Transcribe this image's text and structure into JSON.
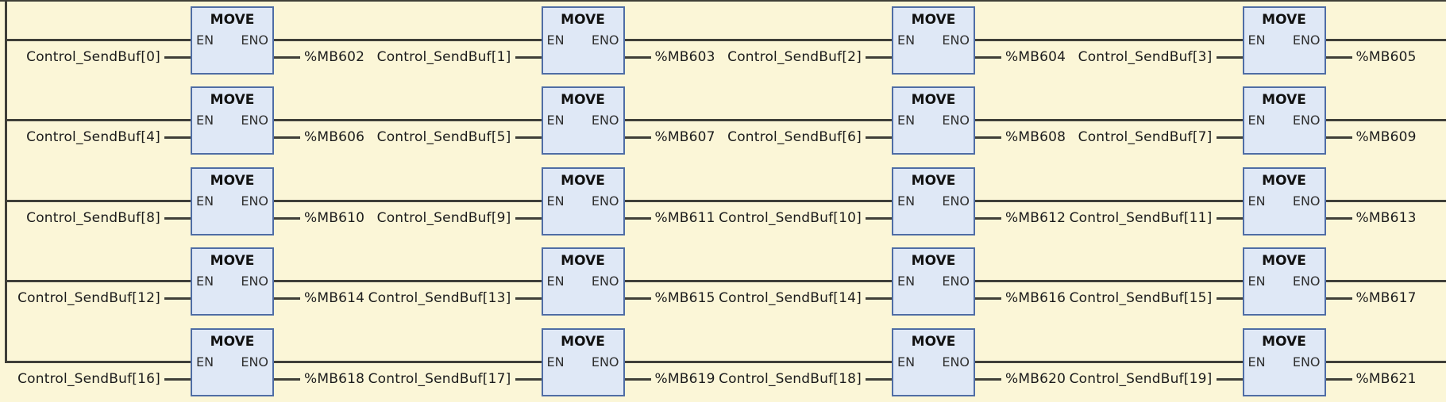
{
  "colors": {
    "background": "#FBF6D7",
    "block_fill": "#DFE8F6",
    "block_border": "#4F6DA5",
    "wire": "#3F3F38",
    "text": "#1C1C1C"
  },
  "block": {
    "title": "MOVE",
    "en_label": "EN",
    "eno_label": "ENO"
  },
  "network": {
    "rungs": [
      {
        "cells": [
          {
            "input": "Control_SendBuf[0]",
            "output": "%MB602"
          },
          {
            "input": "Control_SendBuf[1]",
            "output": "%MB603"
          },
          {
            "input": "Control_SendBuf[2]",
            "output": "%MB604"
          },
          {
            "input": "Control_SendBuf[3]",
            "output": "%MB605"
          }
        ]
      },
      {
        "cells": [
          {
            "input": "Control_SendBuf[4]",
            "output": "%MB606"
          },
          {
            "input": "Control_SendBuf[5]",
            "output": "%MB607"
          },
          {
            "input": "Control_SendBuf[6]",
            "output": "%MB608"
          },
          {
            "input": "Control_SendBuf[7]",
            "output": "%MB609"
          }
        ]
      },
      {
        "cells": [
          {
            "input": "Control_SendBuf[8]",
            "output": "%MB610"
          },
          {
            "input": "Control_SendBuf[9]",
            "output": "%MB611"
          },
          {
            "input": "Control_SendBuf[10]",
            "output": "%MB612"
          },
          {
            "input": "Control_SendBuf[11]",
            "output": "%MB613"
          }
        ]
      },
      {
        "cells": [
          {
            "input": "Control_SendBuf[12]",
            "output": "%MB614"
          },
          {
            "input": "Control_SendBuf[13]",
            "output": "%MB615"
          },
          {
            "input": "Control_SendBuf[14]",
            "output": "%MB616"
          },
          {
            "input": "Control_SendBuf[15]",
            "output": "%MB617"
          }
        ]
      },
      {
        "cells": [
          {
            "input": "Control_SendBuf[16]",
            "output": "%MB618"
          },
          {
            "input": "Control_SendBuf[17]",
            "output": "%MB619"
          },
          {
            "input": "Control_SendBuf[18]",
            "output": "%MB620"
          },
          {
            "input": "Control_SendBuf[19]",
            "output": "%MB621"
          }
        ]
      }
    ]
  }
}
